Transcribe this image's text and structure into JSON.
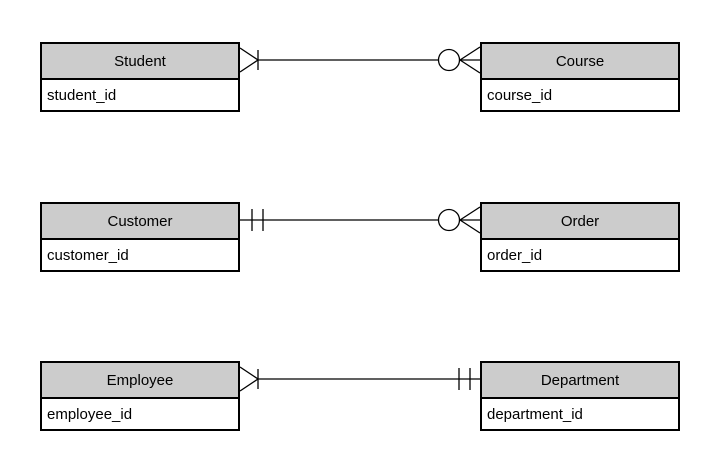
{
  "diagram": {
    "type": "entity-relationship",
    "notation": "crows-foot",
    "colors": {
      "header_fill": "#cccccc",
      "border": "#000000",
      "background": "#ffffff",
      "text": "#000000"
    }
  },
  "entities": [
    {
      "name": "Student",
      "attribute": "student_id"
    },
    {
      "name": "Course",
      "attribute": "course_id"
    },
    {
      "name": "Customer",
      "attribute": "customer_id"
    },
    {
      "name": "Order",
      "attribute": "order_id"
    },
    {
      "name": "Employee",
      "attribute": "employee_id"
    },
    {
      "name": "Department",
      "attribute": "department_id"
    }
  ],
  "relationships": [
    {
      "from": "Student",
      "to": "Course",
      "from_cardinality": "one-or-many",
      "to_cardinality": "zero-or-many"
    },
    {
      "from": "Customer",
      "to": "Order",
      "from_cardinality": "exactly-one",
      "to_cardinality": "zero-or-many"
    },
    {
      "from": "Employee",
      "to": "Department",
      "from_cardinality": "one-or-many",
      "to_cardinality": "exactly-one"
    }
  ]
}
